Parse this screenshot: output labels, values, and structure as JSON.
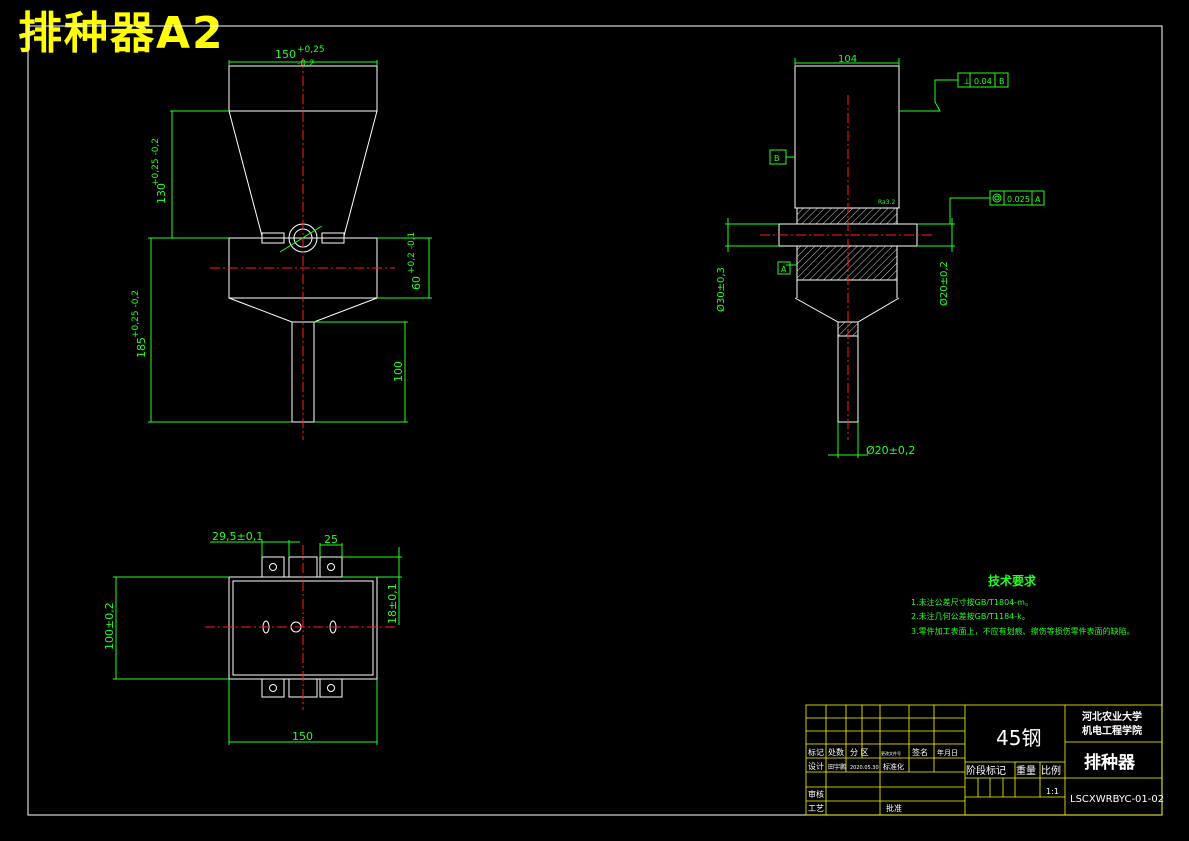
{
  "title": "排种器A2",
  "dimensions": {
    "top_width": "150",
    "top_width_upper": "+0,25",
    "top_width_lower": "-0,2",
    "hopper_height": "130",
    "hopper_height_tol": "+0,25 -0,2",
    "total_height": "185",
    "total_height_tol": "+0,25 -0,2",
    "body_height": "60",
    "body_height_tol": "+0,2 -0,1",
    "tube_length": "100",
    "side_top_width": "104",
    "side_dia30": "Ø30±0,3",
    "side_dia20_right": "Ø20±0,2",
    "side_dia20_bottom": "Ø20±0,2",
    "plan_gap": "29,5±0,1",
    "plan_tab": "25",
    "plan_height": "100±0,2",
    "plan_small": "18±0,1",
    "plan_width": "150",
    "tol_perp": "0.04",
    "tol_perp_ref": "B",
    "tol_conc": "0.025",
    "tol_conc_ref": "A",
    "datum_b": "B",
    "datum_a": "A",
    "roughness": "Ra3.2"
  },
  "tech_notes": {
    "heading": "技术要求",
    "items": [
      "1.未注公差尺寸按GB/T1804-m。",
      "2.未注几何公差按GB/T1184-k。",
      "3.零件加工表面上，不应有划痕、擦伤等损伤零件表面的缺陷。"
    ]
  },
  "title_block": {
    "material": "45钢",
    "school_line1": "河北农业大学",
    "school_line2": "机电工程学院",
    "part_name": "排种器",
    "drawing_no": "LSCXWRBYC-01-02",
    "scale": "1:1",
    "row_marks": [
      "标记",
      "处数",
      "分 区",
      "更改文件号",
      "签名",
      "年月日"
    ],
    "design_label": "设计",
    "designer": "田宇鹏",
    "design_date": "2020.05.30",
    "std_label": "标准化",
    "review_label": "审核",
    "process_label": "工艺",
    "approve_label": "批准",
    "stage_label": "阶段标记",
    "weight_label": "重量",
    "scale_label": "比例"
  }
}
